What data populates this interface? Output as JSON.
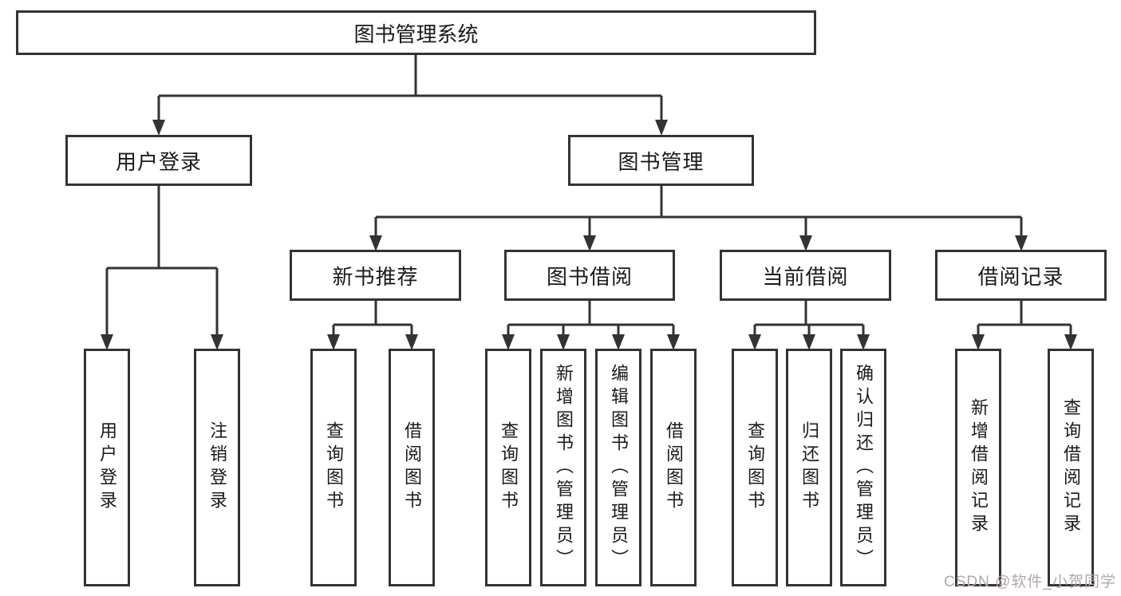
{
  "diagram": {
    "root": {
      "label": "图书管理系统"
    },
    "level2": [
      {
        "label": "用户登录"
      },
      {
        "label": "图书管理"
      }
    ],
    "level3": [
      {
        "label": "新书推荐"
      },
      {
        "label": "图书借阅"
      },
      {
        "label": "当前借阅"
      },
      {
        "label": "借阅记录"
      }
    ],
    "leaves": {
      "user_login": [
        "用户登录",
        "注销登录"
      ],
      "new_book": [
        "查询图书",
        "借阅图书"
      ],
      "book_borrow": [
        "查询图书",
        "新增图书（管理员）",
        "编辑图书（管理员）",
        "借阅图书"
      ],
      "current_borrow": [
        "查询图书",
        "归还图书",
        "确认归还（管理员）"
      ],
      "borrow_record": [
        "新增借阅记录",
        "查询借阅记录"
      ]
    }
  },
  "watermark": "CSDN @软件_小贺同学",
  "colors": {
    "line": "#333333",
    "text": "#1a1a1a",
    "box_bg": "#ffffff",
    "watermark": "#b3a8a8"
  }
}
